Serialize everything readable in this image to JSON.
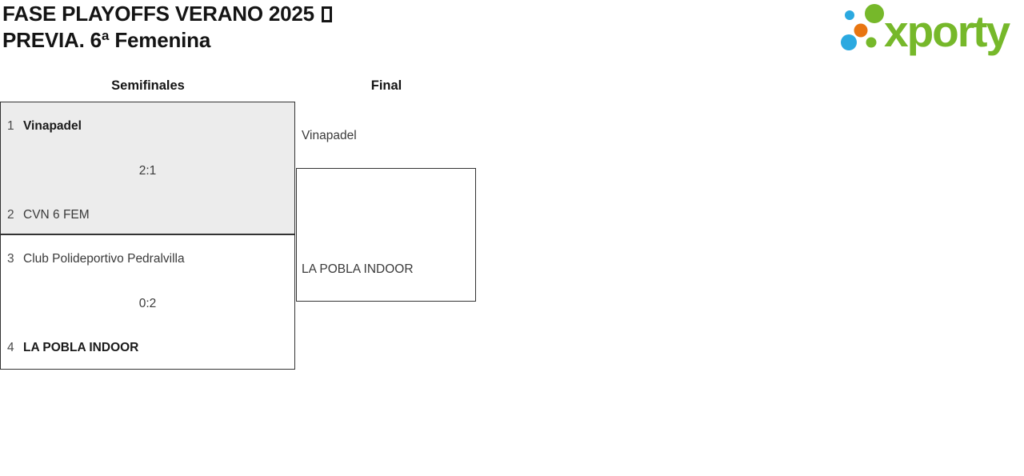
{
  "header": {
    "title_line1": "FASE PLAYOFFS VERANO 2025",
    "title_line2": "PREVIA. 6ª Femenina"
  },
  "logo": {
    "text": "xporty"
  },
  "colors": {
    "brand_green": "#76B82A",
    "brand_blue": "#2BA9E0",
    "brand_orange": "#E87511",
    "highlighted_match_bg": "#ECECEC",
    "box_border": "#333333"
  },
  "bracket": {
    "rounds": [
      {
        "label": "Semifinales"
      },
      {
        "label": "Final"
      }
    ],
    "semifinals": [
      {
        "score": "2:1",
        "teams": [
          {
            "seed": "1",
            "name": "Vinapadel",
            "winner": true
          },
          {
            "seed": "2",
            "name": "CVN 6 FEM",
            "winner": false
          }
        ]
      },
      {
        "score": "0:2",
        "teams": [
          {
            "seed": "3",
            "name": "Club Polideportivo Pedralvilla",
            "winner": false
          },
          {
            "seed": "4",
            "name": "LA POBLA INDOOR",
            "winner": true
          }
        ]
      }
    ],
    "final": {
      "top": "Vinapadel",
      "bottom": "LA POBLA INDOOR"
    }
  }
}
